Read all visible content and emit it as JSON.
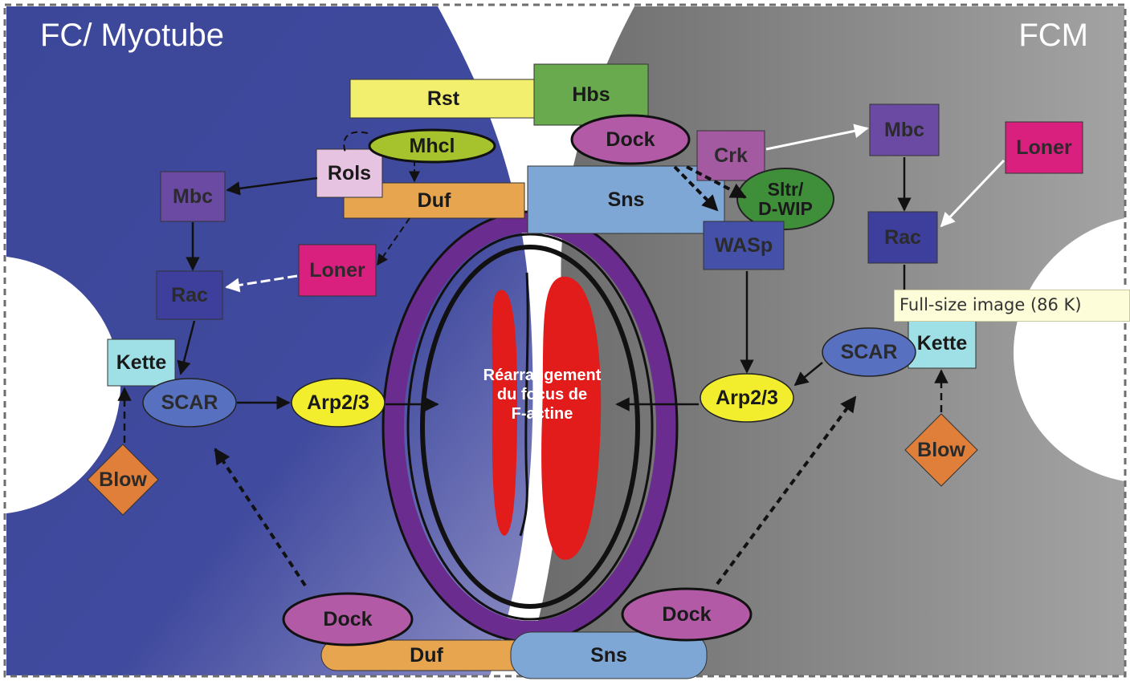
{
  "regions": {
    "left_title": "FC/ Myotube",
    "right_title": "FCM"
  },
  "center_text": "Réarrangement\ndu focus de\nF-actine",
  "tooltip": "Full-size image (86 K)",
  "labels": {
    "rst": "Rst",
    "hbs": "Hbs",
    "mhci": "Mhcl",
    "dock": "Dock",
    "rols": "Rols",
    "duf": "Duf",
    "sns": "Sns",
    "crk": "Crk",
    "mbc": "Mbc",
    "loner": "Loner",
    "sltr": "Sltr/\nD-WIP",
    "wasp": "WASp",
    "rac": "Rac",
    "kette": "Kette",
    "scar": "SCAR",
    "arp": "Arp2/3",
    "blow": "Blow"
  },
  "colors": {
    "fc_blue": "#3d4a9b",
    "fcm_gray": "#7a7a7a",
    "ring_purple": "#6a2c8e",
    "actin_red": "#e21b1b",
    "yellow_box": "#f2ee6e",
    "green_box": "#6aaa4e",
    "orange_box": "#e8a550",
    "blue_box": "#7fa7d6",
    "magenta_oval": "#b35aa7",
    "purple_box": "#6a4aa3",
    "rac_box": "#3e3f9c",
    "kette_box": "#9fe0e6",
    "scar_oval": "#5870c0",
    "arp_oval": "#f2ee2e",
    "blow_diamond": "#e07f3a",
    "loner_box": "#d9207f",
    "crk_box": "#a35aa0",
    "sltr_oval": "#3f8f3a",
    "mhcl_oval": "#a6c22d",
    "rols_box": "#e6c3e0"
  }
}
